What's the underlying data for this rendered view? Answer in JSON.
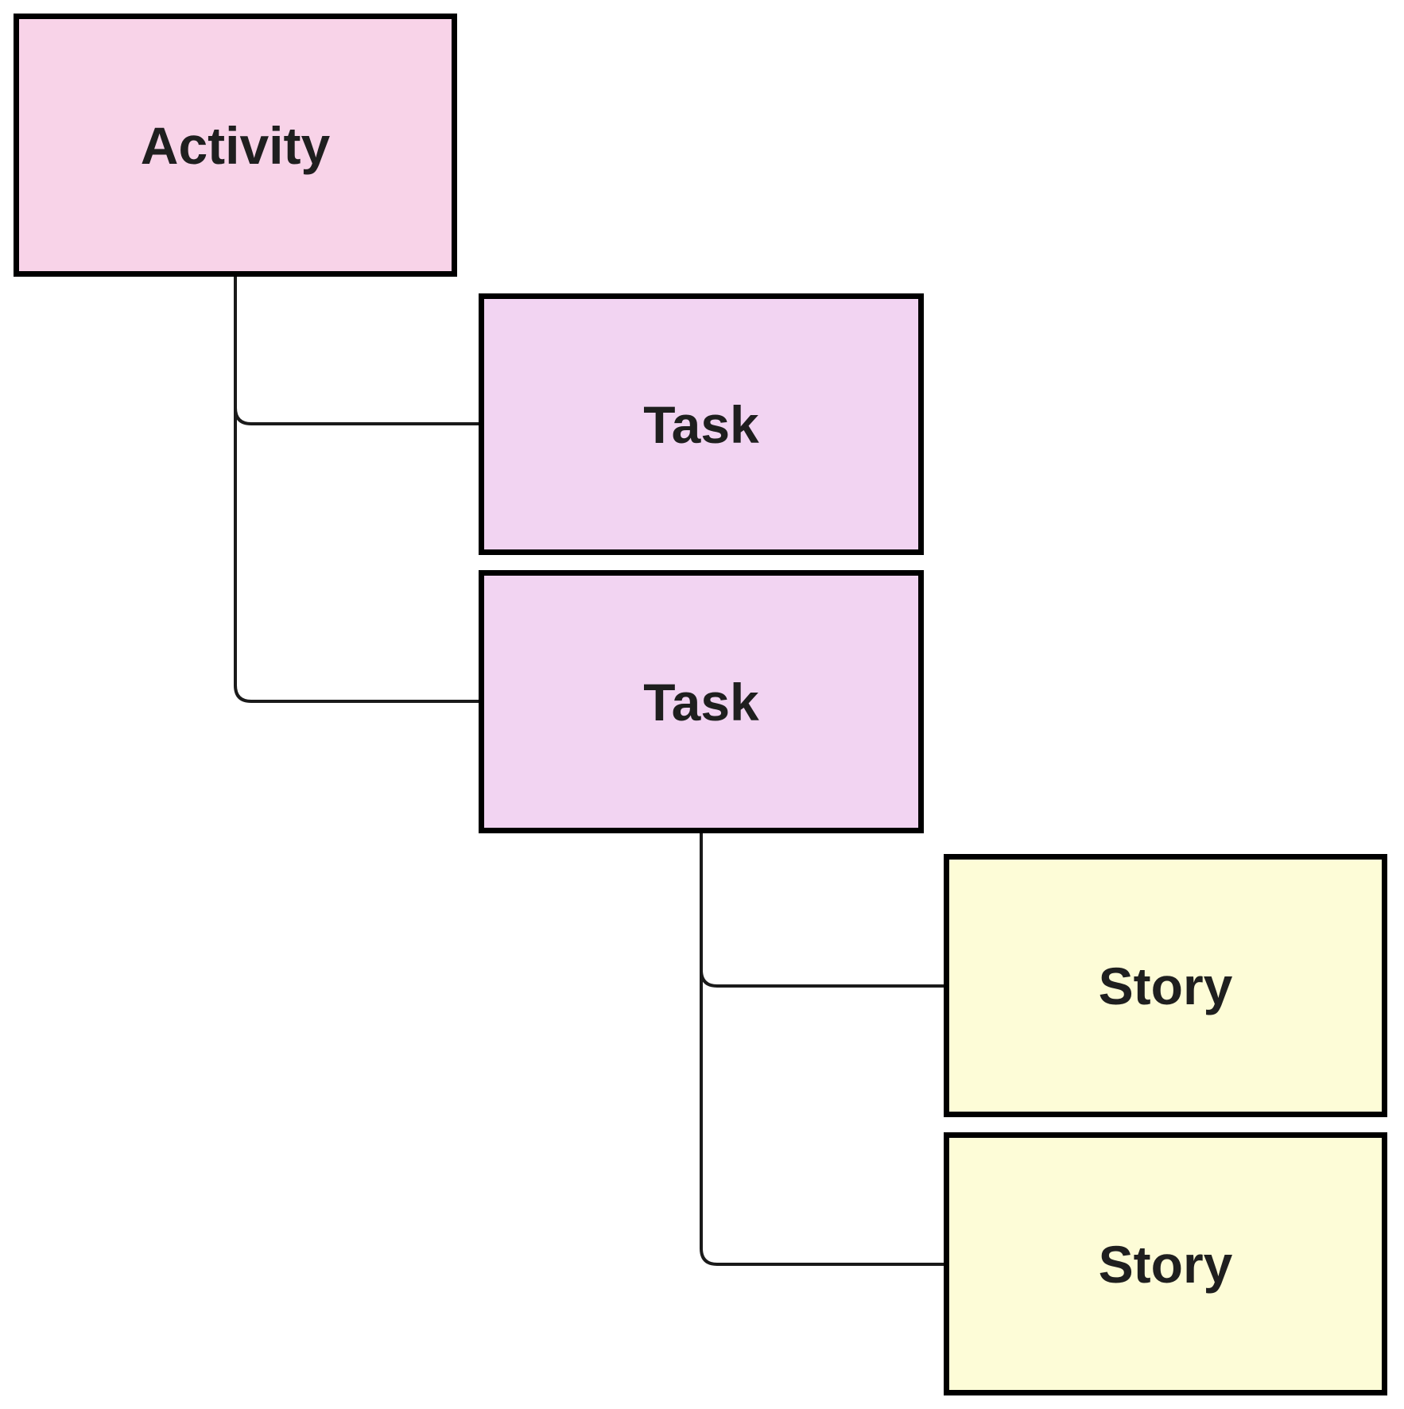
{
  "diagram": {
    "type": "hierarchy-story-map",
    "background": "#ffffff",
    "border_color": "#000000",
    "line_color": "#1a1a1a",
    "text_color": "#1f1f1f",
    "nodes": [
      {
        "id": "activity",
        "label": "Activity",
        "fill": "#f8d3e8"
      },
      {
        "id": "task-1",
        "label": "Task",
        "fill": "#f2d4f2"
      },
      {
        "id": "task-2",
        "label": "Task",
        "fill": "#f2d4f2"
      },
      {
        "id": "story-1",
        "label": "Story",
        "fill": "#fdfcd7"
      },
      {
        "id": "story-2",
        "label": "Story",
        "fill": "#fdfcd7"
      }
    ],
    "edges": [
      {
        "from": "activity",
        "to": "task-1"
      },
      {
        "from": "activity",
        "to": "task-2"
      },
      {
        "from": "task-2",
        "to": "story-1"
      },
      {
        "from": "task-2",
        "to": "story-2"
      }
    ]
  }
}
